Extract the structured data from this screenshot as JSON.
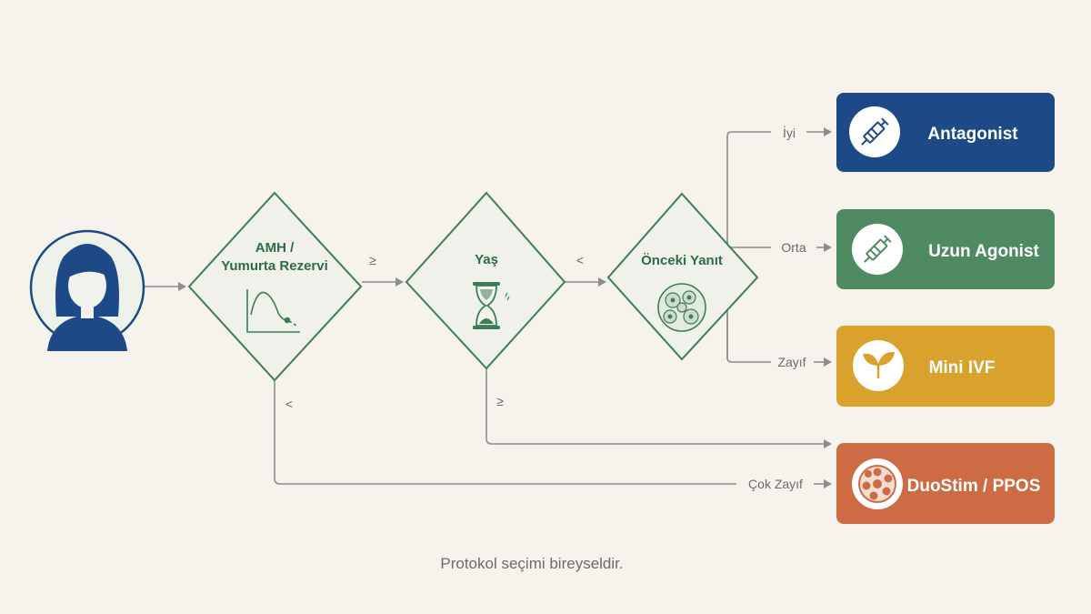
{
  "nodes": {
    "patient": {
      "icon": "patient-avatar-icon"
    },
    "amh": {
      "line1": "AMH /",
      "line2": "Yumurta Rezervi",
      "icon": "decline-curve-chart-icon"
    },
    "age": {
      "label": "Yaş",
      "icon": "hourglass-icon"
    },
    "prior": {
      "label": "Önceki Yanıt",
      "icon": "oocyte-cells-icon"
    }
  },
  "edges": {
    "amh_to_age": "≥",
    "amh_down": "<",
    "age_to_prior": "<",
    "age_down": "≥",
    "good": "İyi",
    "medium": "Orta",
    "weak": "Zayıf",
    "very_weak": "Çok Zayıf"
  },
  "outcomes": [
    {
      "label": "Antagonist",
      "color": "#1d4a86",
      "icon": "syringe-icon"
    },
    {
      "label": "Uzun Agonist",
      "color": "#4f8a62",
      "icon": "syringe-icon"
    },
    {
      "label": "Mini IVF",
      "color": "#d8a22c",
      "icon": "sprout-leaf-icon"
    },
    {
      "label": "DuoStim / PPOS",
      "color": "#cd6b45",
      "icon": "follicle-cluster-icon"
    }
  ],
  "colors": {
    "background": "#f6f3ec",
    "navy": "#1d4a86",
    "diamond_border": "#3f7d58",
    "diamond_fill": "#eff1ea",
    "connector": "#8d8d8d"
  },
  "footnote": "Protokol seçimi bireyseldir."
}
